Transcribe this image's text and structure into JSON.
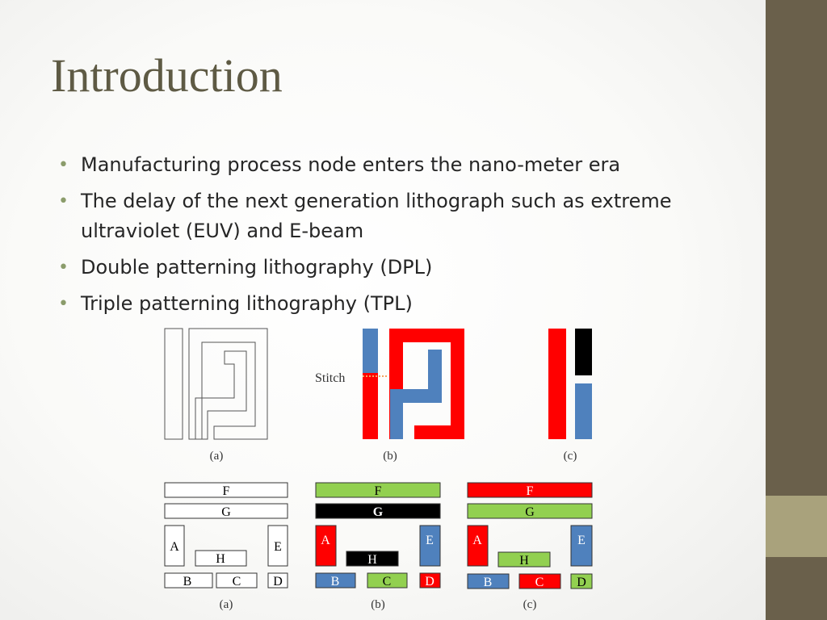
{
  "slide": {
    "title": "Introduction",
    "bullets": [
      "Manufacturing process node enters the nano-meter era",
      "The delay of the next generation lithograph such as extreme ultraviolet (EUV) and E-beam",
      "Double patterning lithography (DPL)",
      "Triple patterning lithography (TPL)"
    ]
  },
  "figure_top": {
    "stitch_label": "Stitch",
    "captions": [
      "(a)",
      "(b)",
      "(c)"
    ]
  },
  "figure_bottom": {
    "captions": [
      "(a)",
      "(b)",
      "(c)"
    ],
    "shape_labels": {
      "F": "F",
      "G": "G",
      "A": "A",
      "E": "E",
      "H": "H",
      "B": "B",
      "C": "C",
      "D": "D"
    }
  },
  "colors": {
    "red": "#ff0000",
    "blue": "#4f81bd",
    "green": "#92d050",
    "black": "#000000",
    "sidebar": "#6a604b",
    "sidebar_accent": "#a9a27c",
    "title": "#5e5a44",
    "bullet": "#8b9c6b"
  }
}
